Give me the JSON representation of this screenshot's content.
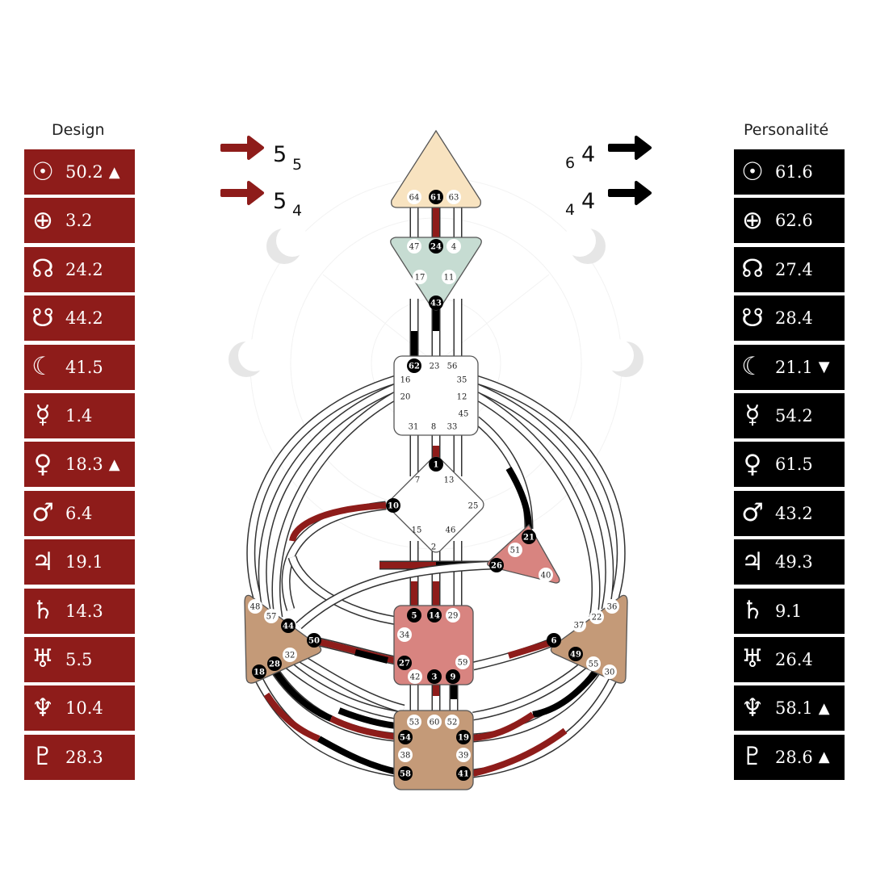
{
  "design": {
    "title": "Design",
    "rows": [
      {
        "icon": "sun-icon",
        "glyph": "☉",
        "value": "50.2",
        "mark": "▲"
      },
      {
        "icon": "earth-icon",
        "glyph": "⊕",
        "value": "3.2",
        "mark": ""
      },
      {
        "icon": "north-node-icon",
        "glyph": "☊",
        "value": "24.2",
        "mark": ""
      },
      {
        "icon": "south-node-icon",
        "glyph": "☋",
        "value": "44.2",
        "mark": ""
      },
      {
        "icon": "moon-icon",
        "glyph": "☾",
        "value": "41.5",
        "mark": ""
      },
      {
        "icon": "mercury-icon",
        "glyph": "☿",
        "value": "1.4",
        "mark": ""
      },
      {
        "icon": "venus-icon",
        "glyph": "♀",
        "value": "18.3",
        "mark": "▲"
      },
      {
        "icon": "mars-icon",
        "glyph": "♂",
        "value": "6.4",
        "mark": ""
      },
      {
        "icon": "jupiter-icon",
        "glyph": "♃",
        "value": "19.1",
        "mark": ""
      },
      {
        "icon": "saturn-icon",
        "glyph": "♄",
        "value": "14.3",
        "mark": ""
      },
      {
        "icon": "uranus-icon",
        "glyph": "♅",
        "value": "5.5",
        "mark": ""
      },
      {
        "icon": "neptune-icon",
        "glyph": "♆",
        "value": "10.4",
        "mark": ""
      },
      {
        "icon": "pluto-icon",
        "glyph": "♇",
        "value": "28.3",
        "mark": ""
      }
    ]
  },
  "personality": {
    "title": "Personalité",
    "rows": [
      {
        "icon": "sun-icon",
        "glyph": "☉",
        "value": "61.6",
        "mark": ""
      },
      {
        "icon": "earth-icon",
        "glyph": "⊕",
        "value": "62.6",
        "mark": ""
      },
      {
        "icon": "north-node-icon",
        "glyph": "☊",
        "value": "27.4",
        "mark": ""
      },
      {
        "icon": "south-node-icon",
        "glyph": "☋",
        "value": "28.4",
        "mark": ""
      },
      {
        "icon": "moon-icon",
        "glyph": "☾",
        "value": "21.1",
        "mark": "▼"
      },
      {
        "icon": "mercury-icon",
        "glyph": "☿",
        "value": "54.2",
        "mark": ""
      },
      {
        "icon": "venus-icon",
        "glyph": "♀",
        "value": "61.5",
        "mark": ""
      },
      {
        "icon": "mars-icon",
        "glyph": "♂",
        "value": "43.2",
        "mark": ""
      },
      {
        "icon": "jupiter-icon",
        "glyph": "♃",
        "value": "49.3",
        "mark": ""
      },
      {
        "icon": "saturn-icon",
        "glyph": "♄",
        "value": "9.1",
        "mark": ""
      },
      {
        "icon": "uranus-icon",
        "glyph": "♅",
        "value": "26.4",
        "mark": ""
      },
      {
        "icon": "neptune-icon",
        "glyph": "♆",
        "value": "58.1",
        "mark": "▲"
      },
      {
        "icon": "pluto-icon",
        "glyph": "♇",
        "value": "28.6",
        "mark": "▲"
      }
    ]
  },
  "arrows": {
    "design": [
      {
        "main": "5",
        "sub": "5"
      },
      {
        "main": "5",
        "sub": "4"
      }
    ],
    "personality": [
      {
        "main": "4",
        "sub": "6"
      },
      {
        "main": "4",
        "sub": "4"
      }
    ]
  },
  "colors": {
    "design": "#8e1c1a",
    "personality": "#000000",
    "head": "#f8e3c0",
    "ajna": "#c6dcd2",
    "g_center": "#ffffff",
    "sacral": "#d88480",
    "spleen_solar": "#c49a78",
    "root": "#c49a78",
    "ego": "#d88480"
  },
  "gates": {
    "head": [
      "64",
      "61",
      "63"
    ],
    "ajna": [
      "47",
      "24",
      "4",
      "17",
      "11",
      "43"
    ],
    "throat": [
      "62",
      "23",
      "56",
      "16",
      "35",
      "20",
      "12",
      "45",
      "31",
      "8",
      "33"
    ],
    "g": [
      "1",
      "7",
      "13",
      "10",
      "25",
      "15",
      "46",
      "2"
    ],
    "ego": [
      "21",
      "51",
      "26",
      "40"
    ],
    "sacral": [
      "5",
      "14",
      "29",
      "34",
      "27",
      "59",
      "42",
      "3",
      "9"
    ],
    "spleen": [
      "48",
      "57",
      "44",
      "50",
      "32",
      "28",
      "18"
    ],
    "solar": [
      "36",
      "37",
      "22",
      "6",
      "49",
      "55",
      "30"
    ],
    "root": [
      "53",
      "60",
      "52",
      "54",
      "19",
      "38",
      "39",
      "58",
      "41"
    ]
  },
  "active_gates": [
    "61",
    "24",
    "43",
    "62",
    "1",
    "10",
    "21",
    "26",
    "5",
    "14",
    "27",
    "3",
    "9",
    "44",
    "50",
    "28",
    "18",
    "6",
    "49",
    "54",
    "19",
    "58",
    "41"
  ]
}
